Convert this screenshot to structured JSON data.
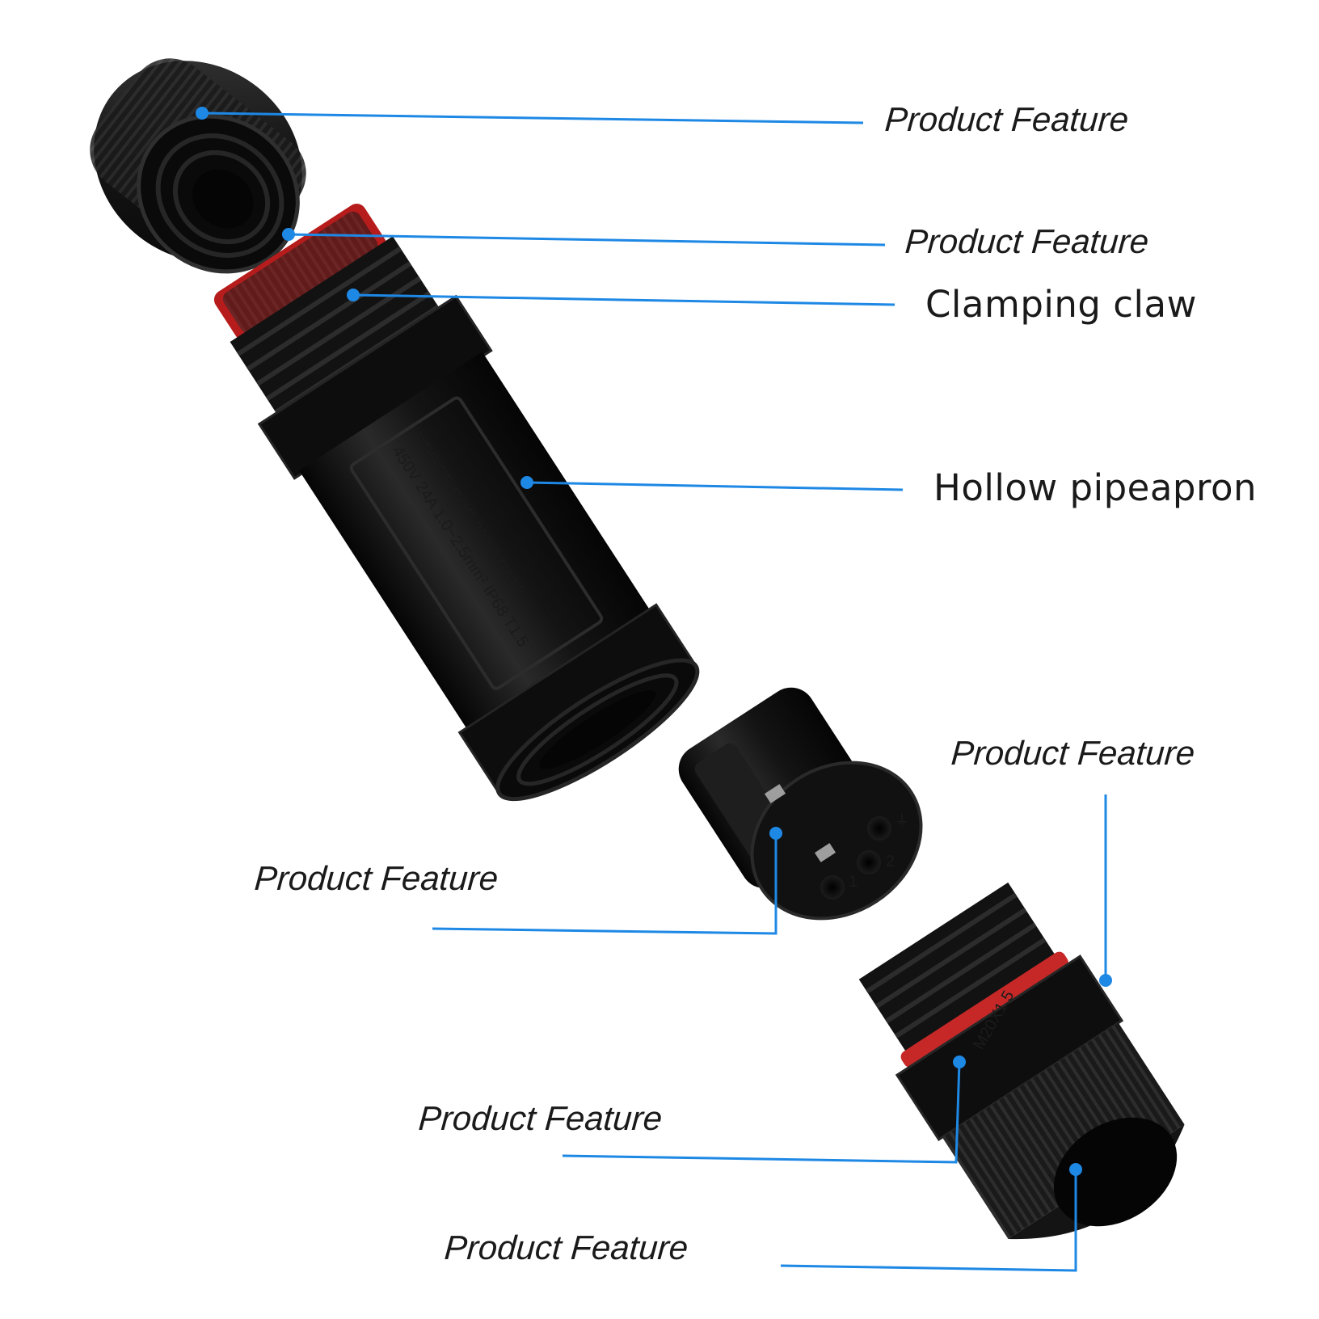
{
  "callouts": [
    {
      "label": "Product Feature",
      "part": "end-cap"
    },
    {
      "label": "Product Feature",
      "part": "red-seal"
    },
    {
      "label": "Clamping claw",
      "part": "thread"
    },
    {
      "label": "Hollow pipeapron",
      "part": "housing"
    },
    {
      "label": "Product Feature",
      "part": "terminal-block"
    },
    {
      "label": "Product Feature",
      "part": "hex-nut"
    },
    {
      "label": "Product Feature",
      "part": "o-ring"
    },
    {
      "label": "Product Feature",
      "part": "gland-cap"
    }
  ],
  "housing_marking": [
    "VDE CE CQC 200/3 CA10",
    "450V 24A 1.0~2.5mm² IP68 T1.5"
  ],
  "terminal_marks": [
    "1",
    "2",
    "⏚"
  ],
  "nut_marking": "M20X1.5",
  "colors": {
    "callout_line": "#1e88e5",
    "dot": "#1e88e5",
    "body": "#151515",
    "seal": "#c62828"
  }
}
